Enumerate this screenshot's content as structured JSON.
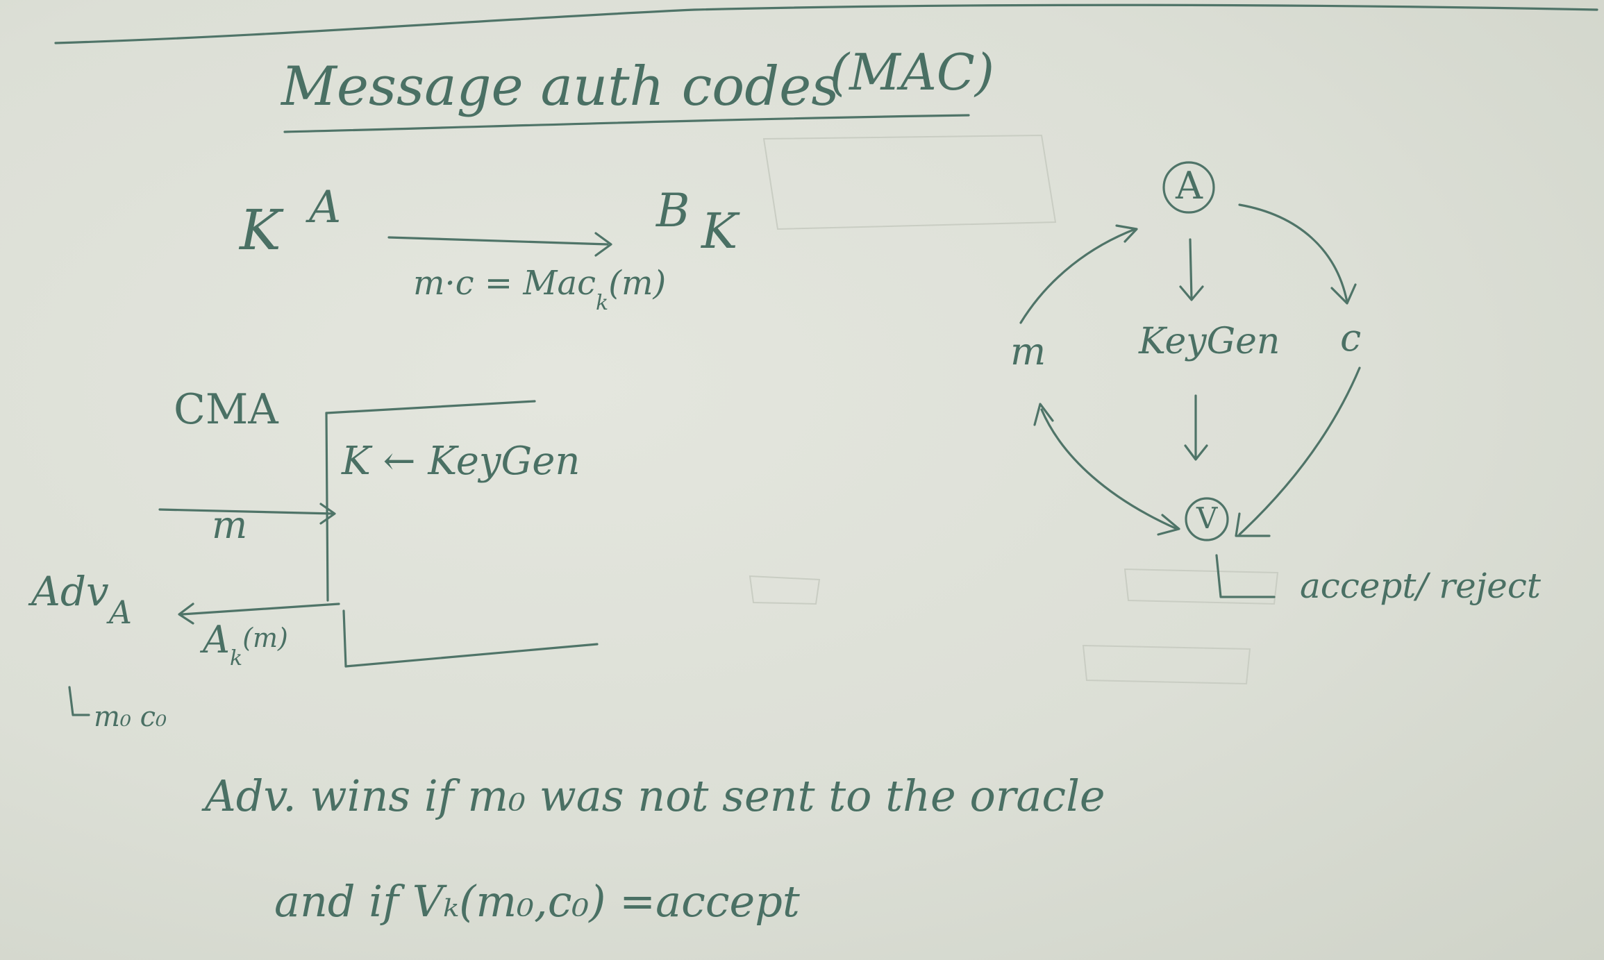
{
  "title": "Message auth codes",
  "title_abbrev": "(MAC)",
  "setup": {
    "sender": "A",
    "receiver": "B",
    "key_left": "K",
    "key_right": "K",
    "message_label": "m·c = Mac",
    "message_sub": "k",
    "message_arg": "(m)"
  },
  "cma": {
    "label": "CMA",
    "box_text": "K ← KeyGen",
    "query_label": "m",
    "adversary": "Adv",
    "adversary_sub": "A",
    "response_label": "A",
    "response_sub": "k",
    "response_arg": "(m)",
    "output": "m₀ c₀"
  },
  "scheme": {
    "node_a": "A",
    "node_v": "V",
    "keygen": "KeyGen",
    "message": "m",
    "tag": "c",
    "result": "accept/ reject"
  },
  "conditions": {
    "line1": "Adv. wins if m₀ was not sent to the oracle",
    "line2": "and if Vₖ(m₀,c₀) =accept"
  }
}
